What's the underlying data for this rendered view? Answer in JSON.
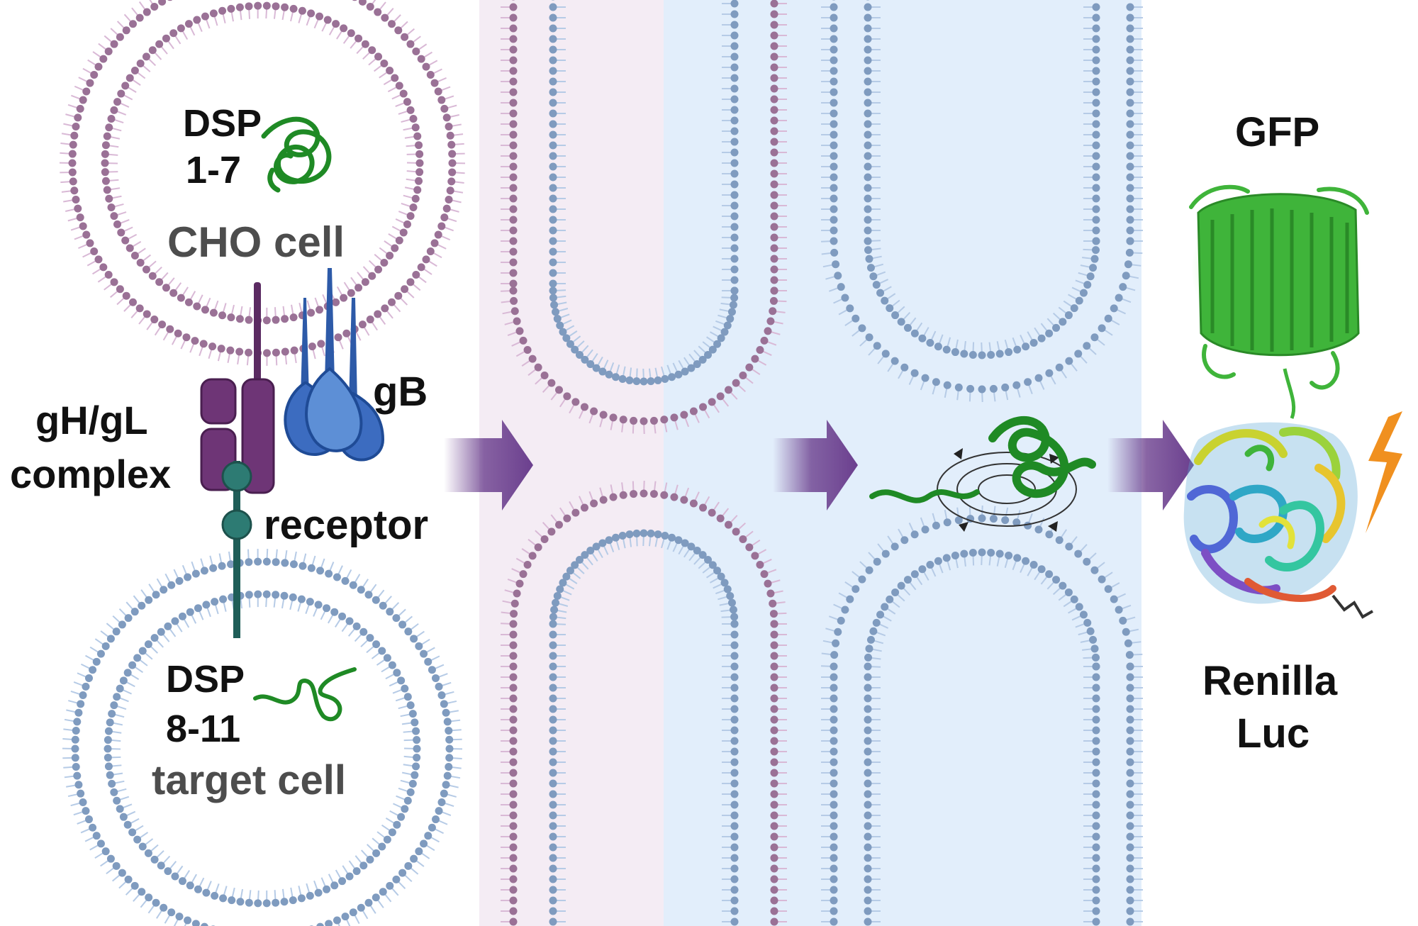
{
  "labels": {
    "dsp_a_line1": "DSP",
    "dsp_a_line2": "1-7",
    "cho_cell": "CHO cell",
    "gh_gl_line1": "gH/gL",
    "gh_gl_line2": "complex",
    "gb": "gB",
    "receptor": "receptor",
    "dsp_b_line1": "DSP",
    "dsp_b_line2": "8-11",
    "target_cell": "target cell",
    "gfp": "GFP",
    "renilla_line1": "Renilla",
    "renilla_line2": "Luc"
  },
  "colors": {
    "cho_membrane": "#9a7196",
    "target_membrane": "#7f9bbf",
    "cho_tail": "#d9b9d6",
    "target_tail": "#b6cbe6",
    "cho_background": "#f4ecf4",
    "target_background": "#e2eefb",
    "arrow": "#6b3f8e",
    "gh_gl": "#6e3576",
    "gb": "#3c6cc0",
    "receptor": "#2d7b73",
    "dsp": "#1f8a25",
    "gfp": "#3fb43a",
    "lightning": "#f0901f"
  }
}
